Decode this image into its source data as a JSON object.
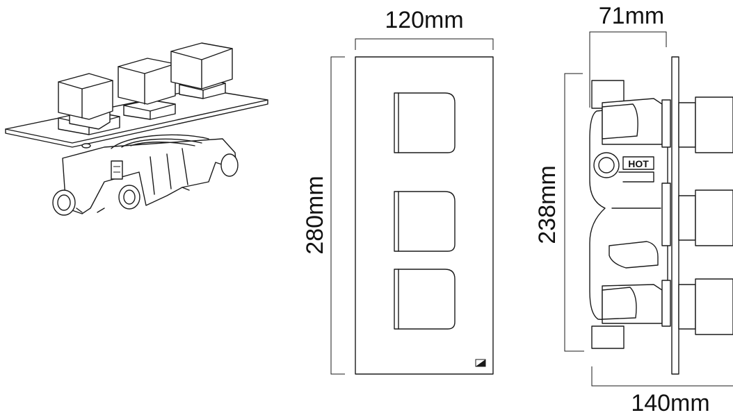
{
  "dimensions": {
    "width_top": "120mm",
    "height_front": "280mm",
    "depth_top": "71mm",
    "height_side": "238mm",
    "depth_bottom": "140mm"
  },
  "labels": {
    "valve_marking": "HOT"
  },
  "colors": {
    "line": "#1a1a1a",
    "background": "#ffffff"
  }
}
